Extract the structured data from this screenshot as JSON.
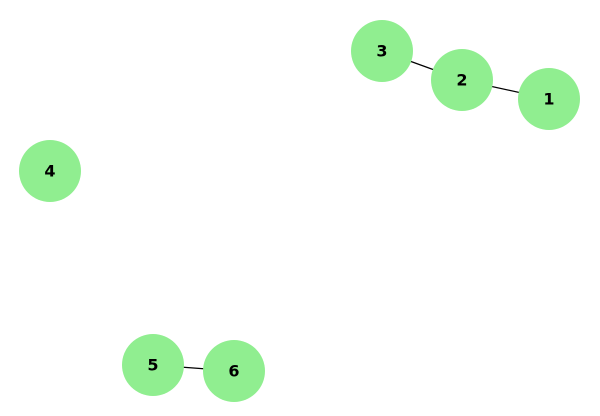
{
  "graph": {
    "node_color": "#90ee90",
    "edge_color": "#000000",
    "label_color": "#000000",
    "nodes": [
      {
        "id": "1",
        "label": "1"
      },
      {
        "id": "2",
        "label": "2"
      },
      {
        "id": "3",
        "label": "3"
      },
      {
        "id": "4",
        "label": "4"
      },
      {
        "id": "5",
        "label": "5"
      },
      {
        "id": "6",
        "label": "6"
      }
    ],
    "edges": [
      {
        "source": "3",
        "target": "2"
      },
      {
        "source": "2",
        "target": "1"
      },
      {
        "source": "5",
        "target": "6"
      }
    ]
  }
}
